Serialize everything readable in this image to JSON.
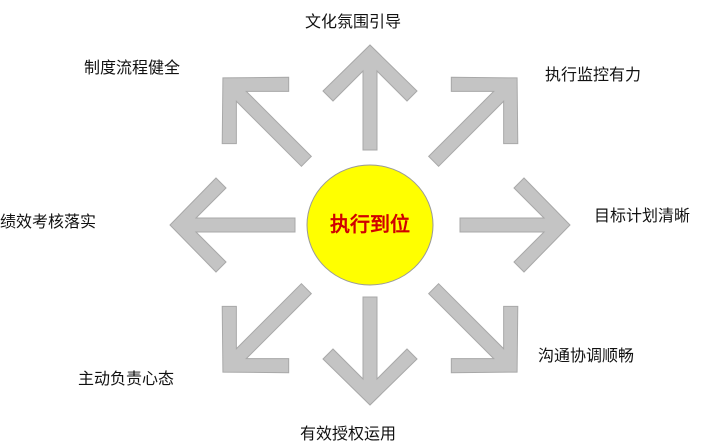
{
  "center": {
    "label": "执行到位",
    "fill": "#ffff00",
    "text_color": "#d00000"
  },
  "arrow_color": "#c4c4c4",
  "branches": [
    {
      "id": "top",
      "label": "文化氛围引导"
    },
    {
      "id": "top-right",
      "label": "执行监控有力"
    },
    {
      "id": "right",
      "label": "目标计划清晰"
    },
    {
      "id": "bottom-right",
      "label": "沟通协调顺畅"
    },
    {
      "id": "bottom",
      "label": "有效授权运用"
    },
    {
      "id": "bottom-left",
      "label": "主动负责心态"
    },
    {
      "id": "left",
      "label": "绩效考核落实"
    },
    {
      "id": "top-left",
      "label": "制度流程健全"
    }
  ]
}
